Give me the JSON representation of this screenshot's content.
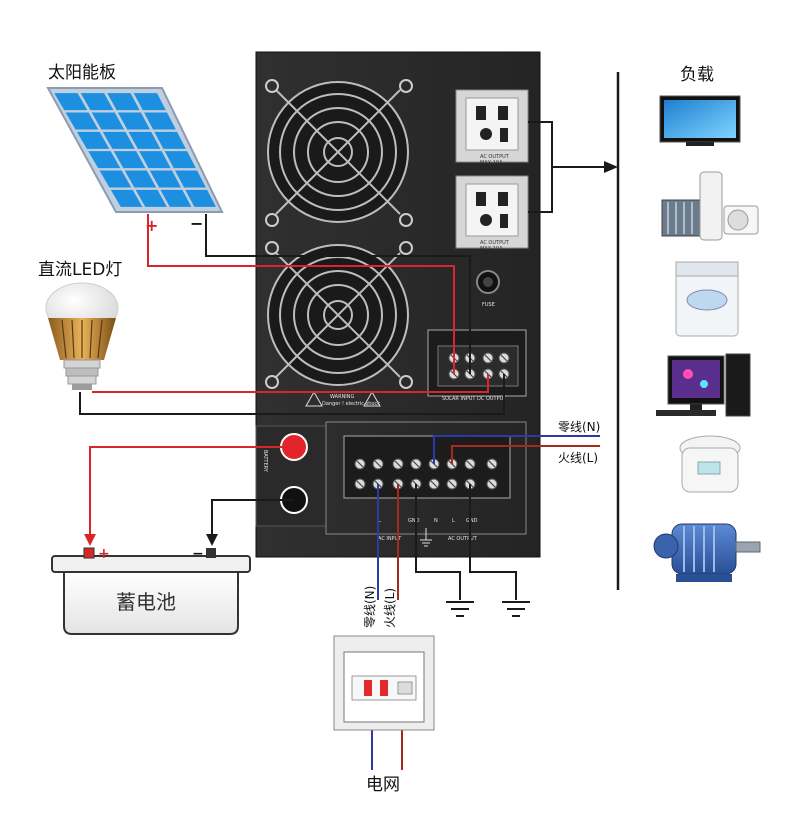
{
  "labels": {
    "solar_panel": "太阳能板",
    "dc_led": "直流LED灯",
    "load": "负载",
    "battery": "蓄电池",
    "grid": "电网",
    "neutral_line": "零线(N)",
    "live_line": "火线(L)",
    "grid_neutral": "零线(N)",
    "grid_live": "火线(L)",
    "plus": "+",
    "minus": "−"
  },
  "inverter": {
    "ac_output_label": "AC OUTPUT",
    "ac_output_max": "MAX 10A",
    "fuse": "FUSE",
    "warning_title": "WARNING",
    "warning_text": "Danger ! electric shock",
    "dc_terminal_label": "SOLAR INPUT  DC OUTPUT",
    "battery_label": "BATTERY",
    "ac_input": "AC INPUT",
    "ac_output_bottom": "AC OUTPUT",
    "term_l": "L",
    "term_gnd": "GND",
    "term_n": "N"
  },
  "colors": {
    "positive_wire": "#d9262b",
    "negative_wire": "#1a1a1a",
    "neutral_wire": "#2b3aa8",
    "live_wire": "#a5291c",
    "panel": "#2b2b2b",
    "solar_cell": "#1d8fe0"
  }
}
